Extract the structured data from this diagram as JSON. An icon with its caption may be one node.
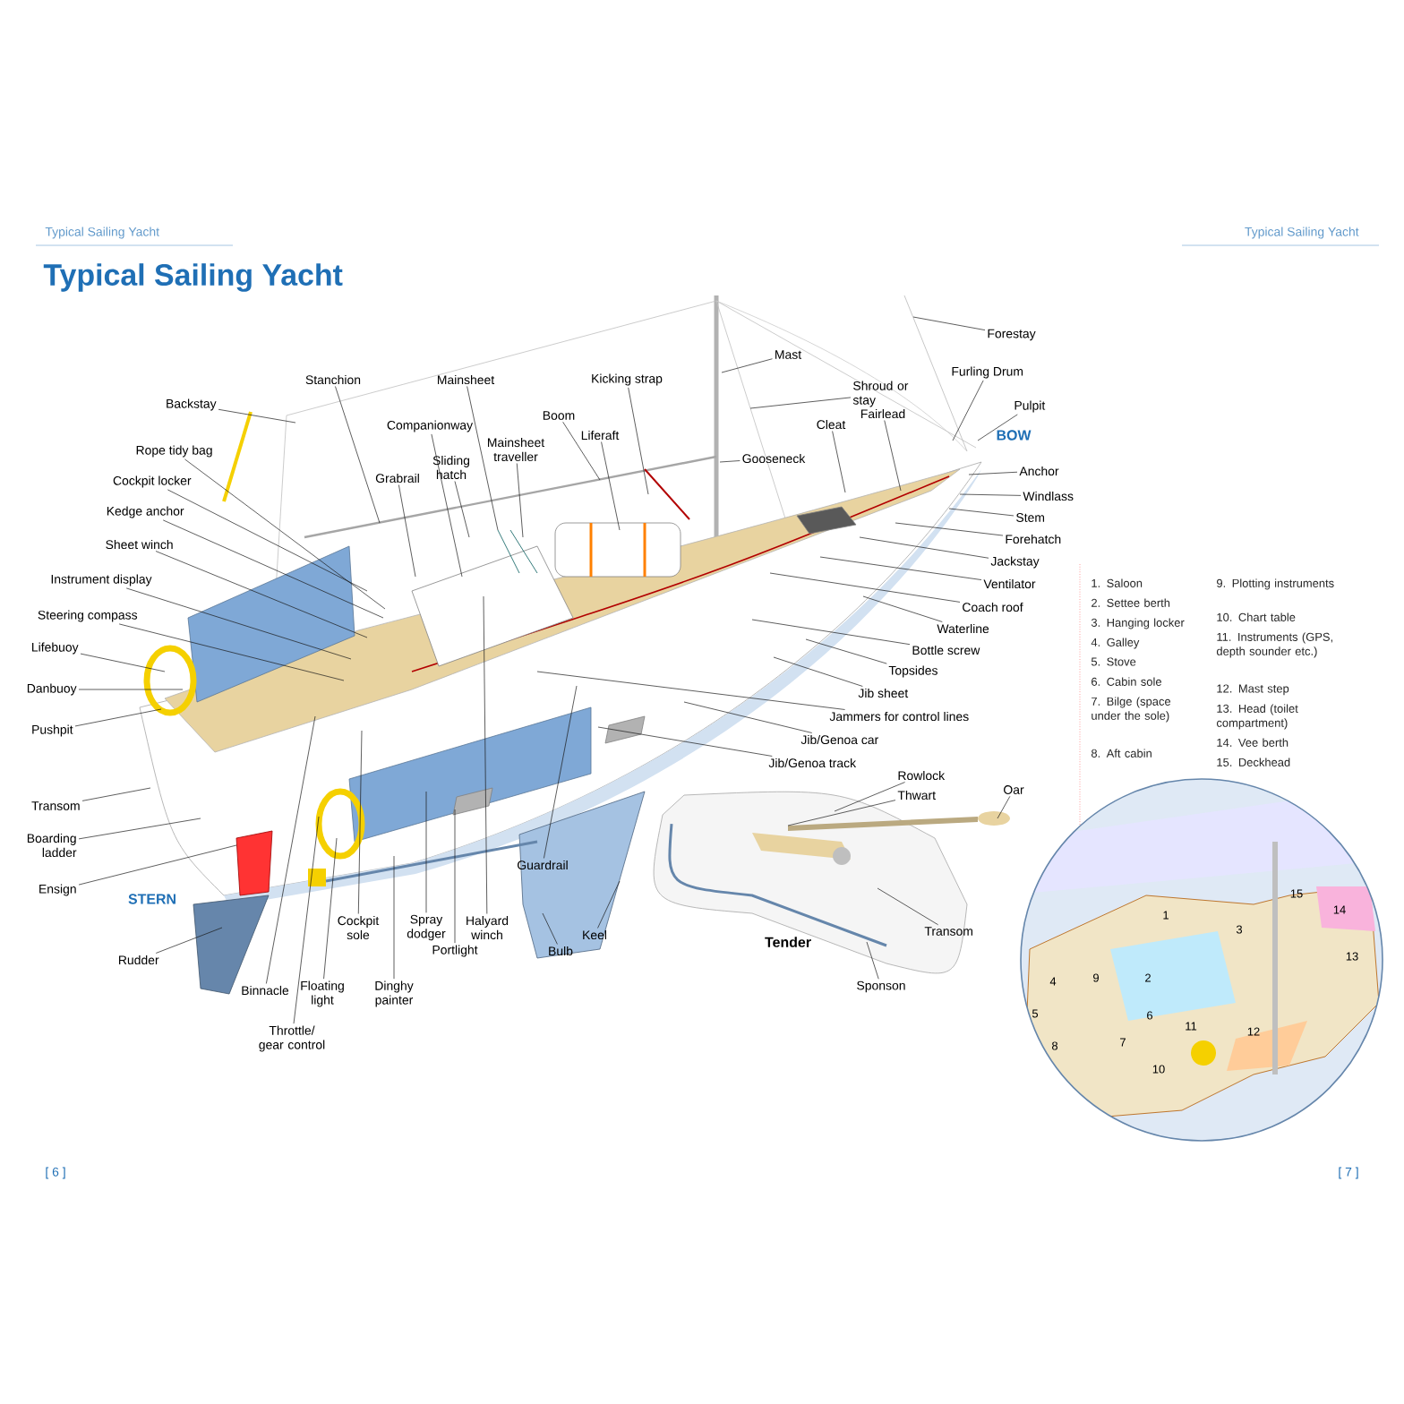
{
  "diagram": {
    "title": "Typical Sailing Yacht",
    "nodes": [
      {
        "text": [
          "Forestay"
        ]
      },
      {
        "text": [
          "Stanchion"
        ]
      },
      {
        "text": [
          "Mainsheet"
        ]
      },
      {
        "text": [
          "Kicking strap"
        ]
      },
      {
        "text": [
          "Mast"
        ]
      },
      {
        "text": [
          "Furling Drum"
        ]
      },
      {
        "text": [
          "Shroud or stay"
        ]
      },
      {
        "text": [
          "Backstay"
        ]
      },
      {
        "text": [
          "Companionway"
        ]
      },
      {
        "text": [
          "Boom"
        ]
      },
      {
        "text": [
          "Liferaft"
        ]
      },
      {
        "text": [
          "Cleat"
        ]
      },
      {
        "text": [
          "Fairlead"
        ]
      },
      {
        "text": [
          "Pulpit"
        ]
      },
      {
        "text": [
          "Gooseneck"
        ]
      },
      {
        "text": [
          "Mainsheet traveller"
        ]
      },
      {
        "text": [
          "Sliding hatch"
        ]
      },
      {
        "text": [
          "Grabrail"
        ]
      },
      {
        "text": [
          "Rope tidy bag"
        ]
      },
      {
        "text": [
          "Anchor"
        ]
      },
      {
        "text": [
          "Cockpit locker"
        ]
      },
      {
        "text": [
          "Windlass"
        ]
      },
      {
        "text": [
          "Kedge anchor"
        ]
      },
      {
        "text": [
          "Stem"
        ]
      },
      {
        "text": [
          "Sheet winch"
        ]
      },
      {
        "text": [
          "Forehatch"
        ]
      },
      {
        "text": [
          "Jackstay"
        ]
      },
      {
        "text": [
          "Instrument display"
        ]
      },
      {
        "text": [
          "Ventilator"
        ]
      },
      {
        "text": [
          "Coach roof"
        ]
      },
      {
        "text": [
          "Steering compass"
        ]
      },
      {
        "text": [
          "Waterline"
        ]
      },
      {
        "text": [
          "Lifebuoy"
        ]
      },
      {
        "text": [
          "Bottle screw"
        ]
      },
      {
        "text": [
          "Topsides"
        ]
      },
      {
        "text": [
          "Danbuoy"
        ]
      },
      {
        "text": [
          "Jib sheet"
        ]
      },
      {
        "text": [
          "Jammers for control lines"
        ]
      },
      {
        "text": [
          "Pushpit"
        ]
      },
      {
        "text": [
          "Jib/Genoa car"
        ]
      },
      {
        "text": [
          "Jib/Genoa track"
        ]
      },
      {
        "text": [
          "Rowlock"
        ]
      },
      {
        "text": [
          "Thwart"
        ]
      },
      {
        "text": [
          "Oar"
        ]
      },
      {
        "text": [
          "Transom"
        ]
      },
      {
        "text": [
          "Boarding ladder"
        ]
      },
      {
        "text": [
          "Guardrail"
        ]
      },
      {
        "text": [
          "Ensign"
        ]
      },
      {
        "text": [
          "Cockpit sole"
        ]
      },
      {
        "text": [
          "Spray dodger"
        ]
      },
      {
        "text": [
          "Halyard winch"
        ]
      },
      {
        "text": [
          "Keel"
        ]
      },
      {
        "text": [
          "Transom"
        ]
      },
      {
        "text": [
          "Portlight"
        ]
      },
      {
        "text": [
          "Bulb"
        ]
      },
      {
        "text": [
          "Rudder"
        ]
      },
      {
        "text": [
          "Binnacle"
        ]
      },
      {
        "text": [
          "Floating light"
        ]
      },
      {
        "text": [
          "Dinghy painter"
        ]
      },
      {
        "text": [
          "Sponson"
        ]
      },
      {
        "text": [
          "Throttle/ gear control"
        ]
      }
    ],
    "edges": [
      {
        "from": 0,
        "to": null,
        "arrow": "none"
      },
      {
        "from": 1,
        "to": null,
        "arrow": "none"
      },
      {
        "from": 2,
        "to": null,
        "arrow": "none"
      },
      {
        "from": 3,
        "to": null,
        "arrow": "none"
      },
      {
        "from": 4,
        "to": null,
        "arrow": "none"
      },
      {
        "from": 5,
        "to": null,
        "arrow": "none"
      },
      {
        "from": 6,
        "to": null,
        "arrow": "none"
      },
      {
        "from": 7,
        "to": null,
        "arrow": "none"
      },
      {
        "from": 8,
        "to": null,
        "arrow": "none"
      },
      {
        "from": 9,
        "to": null,
        "arrow": "none"
      },
      {
        "from": 10,
        "to": null,
        "arrow": "none"
      },
      {
        "from": 11,
        "to": null,
        "arrow": "none"
      },
      {
        "from": 12,
        "to": null,
        "arrow": "none"
      },
      {
        "from": 13,
        "to": null,
        "arrow": "none"
      },
      {
        "from": 14,
        "to": null,
        "arrow": "none"
      },
      {
        "from": 15,
        "to": null,
        "arrow": "none"
      },
      {
        "from": 16,
        "to": null,
        "arrow": "none"
      },
      {
        "from": 17,
        "to": null,
        "arrow": "none"
      },
      {
        "from": 18,
        "to": null,
        "arrow": "none"
      },
      {
        "from": 19,
        "to": null,
        "arrow": "none"
      },
      {
        "from": 20,
        "to": null,
        "arrow": "none"
      },
      {
        "from": 21,
        "to": null,
        "arrow": "none"
      },
      {
        "from": 22,
        "to": null,
        "arrow": "none"
      },
      {
        "from": 23,
        "to": null,
        "arrow": "none"
      },
      {
        "from": 24,
        "to": null,
        "arrow": "none"
      },
      {
        "from": 25,
        "to": null,
        "arrow": "none"
      },
      {
        "from": 26,
        "to": null,
        "arrow": "none"
      },
      {
        "from": 27,
        "to": null,
        "arrow": "none"
      },
      {
        "from": 28,
        "to": null,
        "arrow": "none"
      },
      {
        "from": 29,
        "to": null,
        "arrow": "none"
      },
      {
        "from": 30,
        "to": null,
        "arrow": "none"
      },
      {
        "from": 31,
        "to": null,
        "arrow": "none"
      },
      {
        "from": 32,
        "to": null,
        "arrow": "none"
      },
      {
        "from": 33,
        "to": null,
        "arrow": "none"
      },
      {
        "from": 34,
        "to": null,
        "arrow": "none"
      },
      {
        "from": 35,
        "to": null,
        "arrow": "none"
      },
      {
        "from": 36,
        "to": null,
        "arrow": "none"
      },
      {
        "from": 37,
        "to": null,
        "arrow": "none"
      },
      {
        "from": 38,
        "to": null,
        "arrow": "none"
      },
      {
        "from": 39,
        "to": null,
        "arrow": "none"
      },
      {
        "from": 40,
        "to": null,
        "arrow": "none"
      },
      {
        "from": 41,
        "to": null,
        "arrow": "none"
      },
      {
        "from": 42,
        "to": null,
        "arrow": "none"
      },
      {
        "from": 43,
        "to": null,
        "arrow": "none"
      },
      {
        "from": 44,
        "to": null,
        "arrow": "none"
      },
      {
        "from": 45,
        "to": null,
        "arrow": "none"
      },
      {
        "from": 46,
        "to": null,
        "arrow": "none"
      },
      {
        "from": 47,
        "to": null,
        "arrow": "none"
      },
      {
        "from": 48,
        "to": null,
        "arrow": "none"
      },
      {
        "from": 49,
        "to": null,
        "arrow": "none"
      },
      {
        "from": 50,
        "to": null,
        "arrow": "none"
      },
      {
        "from": 51,
        "to": null,
        "arrow": "none"
      },
      {
        "from": 52,
        "to": null,
        "arrow": "none"
      },
      {
        "from": 53,
        "to": null,
        "arrow": "none"
      },
      {
        "from": 54,
        "to": null,
        "arrow": "none"
      },
      {
        "from": 55,
        "to": null,
        "arrow": "none"
      },
      {
        "from": 56,
        "to": null,
        "arrow": "none"
      },
      {
        "from": 57,
        "to": null,
        "arrow": "none"
      },
      {
        "from": 58,
        "to": null,
        "arrow": "none"
      },
      {
        "from": 59,
        "to": null,
        "arrow": "none"
      },
      {
        "from": 60,
        "to": null,
        "arrow": "none"
      }
    ],
    "labels": [
      "Typical Sailing Yacht",
      "Typical Sailing Yacht",
      "BOW",
      "STERN",
      "Tender",
      "1. Saloon",
      "2. Settee berth",
      "3. Hanging locker",
      "4. Galley",
      "5. Stove",
      "6. Cabin sole",
      "7. Bilge (space under the sole)",
      "8. Aft cabin",
      "9. Plotting instruments",
      "10. Chart table",
      "11. Instruments (GPS, depth sounder etc.)",
      "12. Mast step",
      "13. Head (toilet compartment)",
      "14. Vee berth",
      "15. Deckhead",
      "15",
      "14",
      "1",
      "3",
      "13",
      "2",
      "4",
      "9",
      "5",
      "6",
      "11",
      "12",
      "7",
      "8",
      "10",
      "[ 6 ]",
      "[ 7 ]"
    ]
  }
}
